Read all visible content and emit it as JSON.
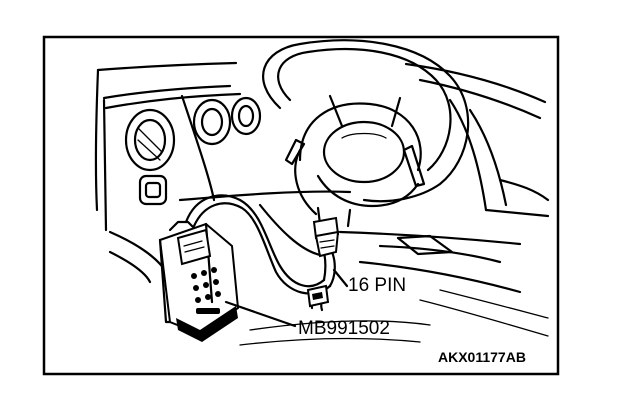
{
  "labels": {
    "connector": "16 PIN",
    "tool": "MB991502",
    "code": "AKX01177AB"
  },
  "colors": {
    "ink": "#000000",
    "paper": "#ffffff"
  }
}
